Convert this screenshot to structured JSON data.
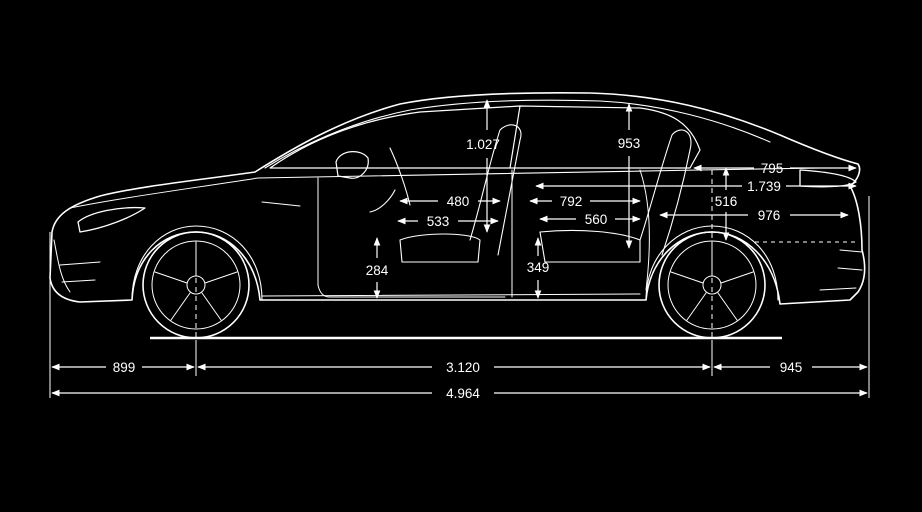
{
  "diagram": {
    "background": "#000000",
    "line_color": "#ffffff",
    "subject": "car-side-profile",
    "dimensions": {
      "front_overhang": "899",
      "wheelbase": "3.120",
      "rear_overhang": "945",
      "overall_length": "4.964",
      "front_headroom": "1.027",
      "rear_headroom": "953",
      "rear_trunk_795": "795",
      "rear_trunk_1739": "1.739",
      "front_legroom_480": "480",
      "front_seat_533": "533",
      "rear_legroom_792": "792",
      "rear_seat_560": "560",
      "rear_516": "516",
      "rear_976": "976",
      "front_seat_height": "284",
      "rear_seat_height": "349"
    }
  }
}
